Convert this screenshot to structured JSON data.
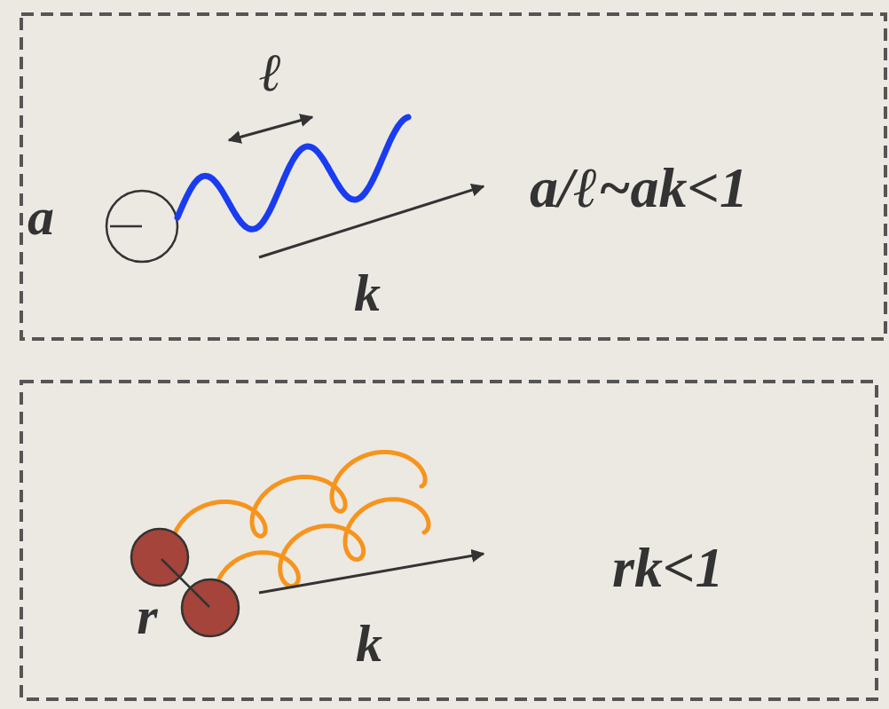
{
  "diagram": {
    "nodes": [
      {
        "text": [
          "a/ℓ~ak<1"
        ]
      },
      {
        "text": [
          "rk<1"
        ]
      }
    ],
    "labels": [
      "ℓ",
      "a",
      "k",
      "r",
      "k"
    ]
  }
}
